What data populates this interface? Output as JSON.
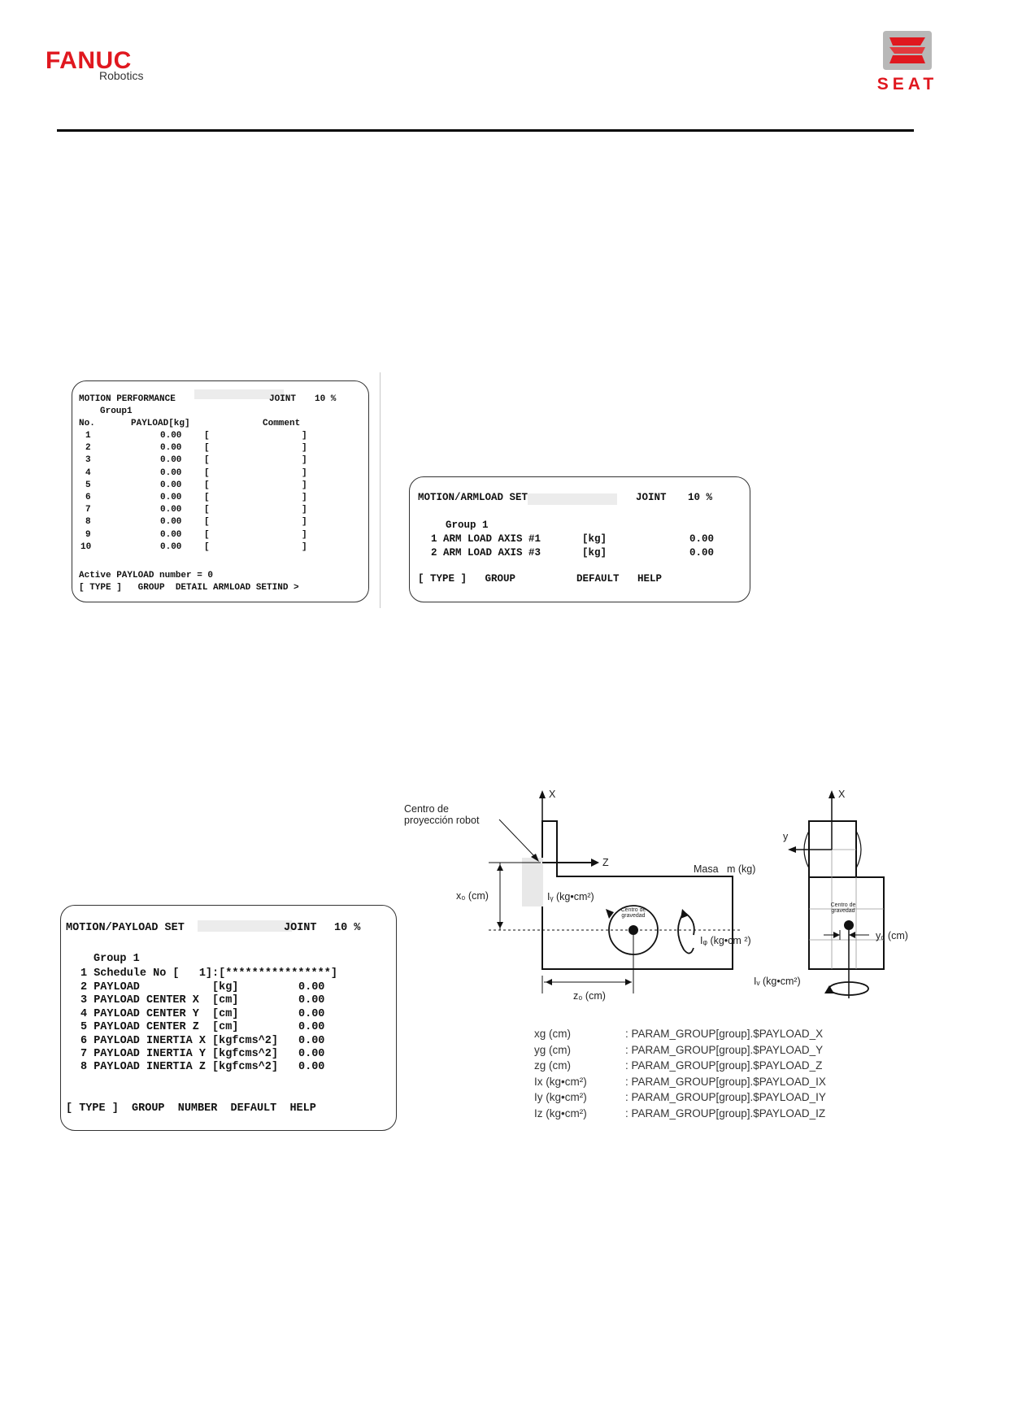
{
  "header": {
    "left_logo": {
      "brand": "FANUC",
      "sub": "Robotics"
    },
    "right_logo": {
      "word": "SEAT"
    },
    "colors": {
      "brand_red": "#e0181f",
      "rule": "#000000"
    }
  },
  "motion_performance": {
    "title": "MOTION PERFORMANCE",
    "mode": "JOINT",
    "speed": "10 %",
    "group": "Group1",
    "col_no": "No.",
    "col_payload": "PAYLOAD[kg]",
    "col_comment": "Comment",
    "rows": [
      {
        "no": "1",
        "payload": "0.00"
      },
      {
        "no": "2",
        "payload": "0.00"
      },
      {
        "no": "3",
        "payload": "0.00"
      },
      {
        "no": "4",
        "payload": "0.00"
      },
      {
        "no": "5",
        "payload": "0.00"
      },
      {
        "no": "6",
        "payload": "0.00"
      },
      {
        "no": "7",
        "payload": "0.00"
      },
      {
        "no": "8",
        "payload": "0.00"
      },
      {
        "no": "9",
        "payload": "0.00"
      },
      {
        "no": "10",
        "payload": "0.00"
      }
    ],
    "bracket_open": "[",
    "bracket_close": "]",
    "active_line": "Active PAYLOAD number = 0",
    "softkeys": "[ TYPE ]   GROUP  DETAIL ARMLOAD SETIND >"
  },
  "armload_set": {
    "title": "MOTION/ARMLOAD SET",
    "mode": "JOINT",
    "speed": "10 %",
    "group": "Group 1",
    "items": [
      {
        "label": "1 ARM LOAD AXIS #1",
        "unit": "[kg]",
        "value": "0.00"
      },
      {
        "label": "2 ARM LOAD AXIS #3",
        "unit": "[kg]",
        "value": "0.00"
      }
    ],
    "softkeys": "[ TYPE ]   GROUP          DEFAULT   HELP"
  },
  "payload_set": {
    "title": "MOTION/PAYLOAD SET",
    "mode": "JOINT",
    "speed": "10 %",
    "group": "Group 1",
    "schedule": "1 Schedule No [   1]:[****************]",
    "items": [
      {
        "label": "2 PAYLOAD",
        "unit": "[kg]",
        "value": "0.00"
      },
      {
        "label": "3 PAYLOAD CENTER X",
        "unit": "[cm]",
        "value": "0.00"
      },
      {
        "label": "4 PAYLOAD CENTER Y",
        "unit": "[cm]",
        "value": "0.00"
      },
      {
        "label": "5 PAYLOAD CENTER Z",
        "unit": "[cm]",
        "value": "0.00"
      },
      {
        "label": "6 PAYLOAD INERTIA X",
        "unit": "[kgfcms^2]",
        "value": "0.00"
      },
      {
        "label": "7 PAYLOAD INERTIA Y",
        "unit": "[kgfcms^2]",
        "value": "0.00"
      },
      {
        "label": "8 PAYLOAD INERTIA Z",
        "unit": "[kgfcms^2]",
        "value": "0.00"
      }
    ],
    "softkeys": "[ TYPE ]  GROUP  NUMBER  DEFAULT  HELP"
  },
  "diagram": {
    "label_center_proj": "Centro de\nproyección robot",
    "axis_x_left": "X",
    "axis_z": "Z",
    "label_xg": "x₀ (cm)",
    "label_ly": "Iᵧ (kg•cm²)",
    "label_cog_left": "Centro de\ngravedad",
    "label_lz": "Iᵩ (kg•cm ²)",
    "label_zg": "z₀ (cm)",
    "label_mass": "Masa   m (kg)",
    "axis_x_right": "X",
    "axis_y": "y",
    "label_cog_right": "Centro de\ngravedad",
    "label_yg": "y₀ (cm)",
    "label_lx": "Iᵥ (kg•cm²)",
    "params": [
      {
        "sym": "xg (cm)",
        "param": ": PARAM_GROUP[group].$PAYLOAD_X"
      },
      {
        "sym": "yg (cm)",
        "param": ": PARAM_GROUP[group].$PAYLOAD_Y"
      },
      {
        "sym": "zg (cm)",
        "param": ": PARAM_GROUP[group].$PAYLOAD_Z"
      },
      {
        "sym": "Ix (kg•cm²)",
        "param": ": PARAM_GROUP[group].$PAYLOAD_IX"
      },
      {
        "sym": "Iy (kg•cm²)",
        "param": ": PARAM_GROUP[group].$PAYLOAD_IY"
      },
      {
        "sym": "Iz (kg•cm²)",
        "param": ": PARAM_GROUP[group].$PAYLOAD_IZ"
      }
    ]
  }
}
